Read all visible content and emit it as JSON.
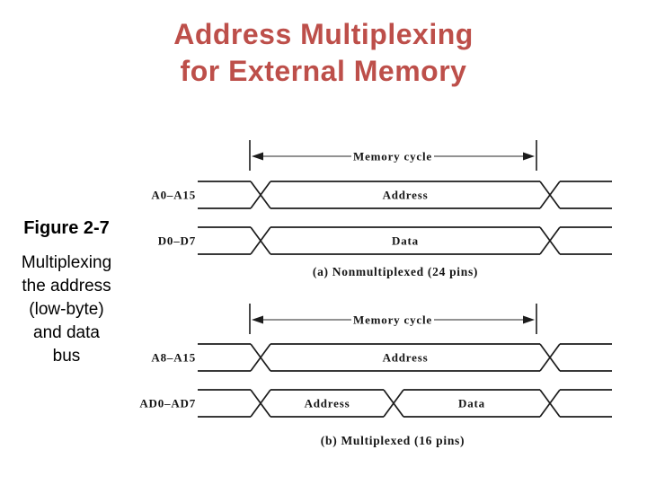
{
  "slide": {
    "title": "Address Multiplexing\nfor External Memory",
    "title_color": "#bd4f4a"
  },
  "sidebar": {
    "figure_label": "Figure 2-7",
    "figure_caption": "Multiplexing\nthe address\n(low-byte)\nand data\nbus"
  },
  "diagram": {
    "line_color": "#1c1c1c",
    "arrow_shaft_color": "#6e6e6e",
    "sections": [
      {
        "cycle_label": "Memory cycle",
        "rows": [
          {
            "signal": "A0–A15",
            "segments": [
              "Address"
            ]
          },
          {
            "signal": "D0–D7",
            "segments": [
              "Data"
            ]
          }
        ],
        "caption": "(a) Nonmultiplexed (24 pins)"
      },
      {
        "cycle_label": "Memory cycle",
        "rows": [
          {
            "signal": "A8–A15",
            "segments": [
              "Address"
            ]
          },
          {
            "signal": "AD0–AD7",
            "segments": [
              "Address",
              "Data"
            ]
          }
        ],
        "caption": "(b) Multiplexed (16 pins)"
      }
    ]
  }
}
